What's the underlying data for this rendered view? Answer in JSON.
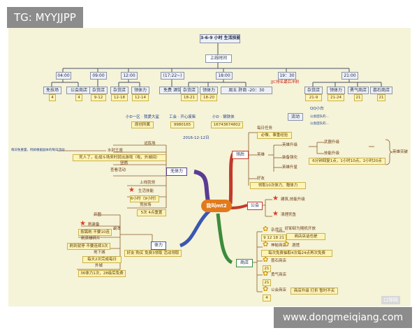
{
  "watermark_top": "TG: MYYJJPP",
  "watermark_bottom": "www.dongmeiqiang.com",
  "watermark_logo": "口琴网",
  "colors": {
    "background": "#f5f3d8",
    "tree_line": "#4a5068",
    "purple": "#5b3b93",
    "orange": "#e07a1c",
    "red": "#c23a2a",
    "green": "#3d8b3d",
    "blue": "#3a57b0",
    "brown": "#8b5a2b"
  },
  "top": {
    "title": "3-6-9 小时 生活技能",
    "subtitle": "上线时间",
    "times": [
      "04:00",
      "09:00",
      "12:00",
      "(17:22~)",
      "18:00",
      "19：30",
      "21:00"
    ],
    "jjc": "JJC排名最后冲刺",
    "leaves": [
      {
        "label": "免技场",
        "value": "4"
      },
      {
        "label": "公会商店",
        "value": "4"
      },
      {
        "label": "杂货店",
        "value": "9-12"
      },
      {
        "label": "杂货店",
        "value": "12-18"
      },
      {
        "label": "领体力",
        "value": "12-14"
      },
      {
        "label": "免费 酒馆",
        "value": ""
      },
      {
        "label": "杂货店",
        "value": "18-21"
      },
      {
        "label": "领体力",
        "value": "18-20"
      },
      {
        "label": "周五 肝商 -20：30",
        "value": ""
      },
      {
        "label": "杂货店",
        "value": "21-9"
      },
      {
        "label": "领体力",
        "value": "21-24"
      },
      {
        "label": "勇气商店",
        "value": "21"
      },
      {
        "label": "荔石商店",
        "value": "21"
      }
    ]
  },
  "info": {
    "left_top": "小D一区 · 我愛大鲨",
    "left_val": "原创所属",
    "mid_top": "工会 · 开心废柴",
    "mid_val": "9980165",
    "right_top": "小D · 钢铁侠",
    "right_val": "16743674802",
    "date": "2016-12-12日"
  },
  "center": "我叫mt2",
  "tr_top": {
    "flow": "流动",
    "qq": "QQ小白",
    "lines": [
      "公会团队的...",
      "公会团队的..."
    ]
  },
  "left": {
    "hub": "无体力",
    "note": "每日免重置，例如根据副本的每日活动",
    "items": [
      "试炼场",
      "水封王座",
      "死人了，在战斗场来时就出游戏（啦，外城间）",
      "竖鹦",
      "查看活动",
      "上线就领",
      "生活技能",
      "6小时（9小时）",
      "竞技场",
      "5次 4点重置"
    ]
  },
  "tili": {
    "hub": "体力",
    "items": [
      "开图",
      "刷装备",
      "副本",
      "按需刷 不要10连",
      "刷英雄碎片",
      "刷到就停 不要连续3次",
      "地下城",
      "每天2次完成每日",
      "外城",
      "36体力1次，28级后免费",
      "好友 购买 免费3领取 活动领取"
    ]
  },
  "liebiao": {
    "hub": "翎后",
    "items": [
      "每日任务",
      "必做、事重经验",
      "英雄",
      "英雄升级",
      "武器升级",
      "装备强化",
      "英雄升星",
      "技能升级",
      "6分钟回复1点，1小时10点，2小时20点",
      "英雄突破",
      "好友",
      "领取10次体力、赠体力"
    ]
  },
  "gonghui": {
    "hub": "公会",
    "items": [
      "建筑,技能升级",
      "清理死鱼"
    ]
  },
  "shop": {
    "hub": "商店",
    "items": [
      {
        "name": "杂货店",
        "value": "9 12 18 21"
      },
      {
        "name": "神秘商店",
        "value": ""
      },
      {
        "name": "酒馆",
        "value": "每次免费抽取4次每24点再次免费"
      },
      {
        "name": "荔石商店",
        "value": "21"
      },
      {
        "name": "勇气商店",
        "value": "21"
      },
      {
        "name": "公会商店",
        "value": "4"
      }
    ],
    "notes": [
      "好卸卸为随机开放",
      "商店店话也是",
      "商店升级 打折 暂时不买"
    ]
  }
}
